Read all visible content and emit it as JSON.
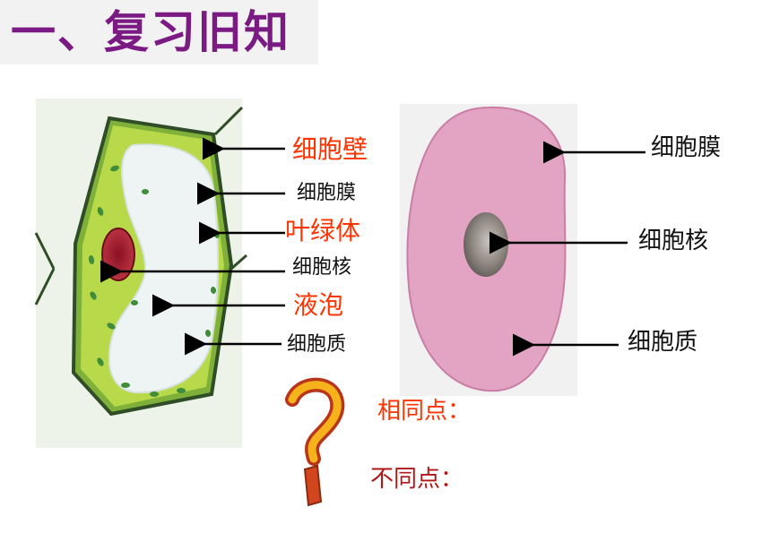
{
  "slide": {
    "title": "一、复习旧知"
  },
  "plant_cell": {
    "labels": {
      "cell_wall": "细胞壁",
      "cell_membrane": "细胞膜",
      "chloroplast": "叶绿体",
      "nucleus": "细胞核",
      "vacuole": "液泡",
      "cytoplasm": "细胞质"
    }
  },
  "animal_cell": {
    "labels": {
      "cell_membrane": "细胞膜",
      "nucleus": "细胞核",
      "cytoplasm": "细胞质"
    }
  },
  "questions": {
    "same": "相同点：",
    "different": "不同点："
  },
  "colors": {
    "title": "#7a1a82",
    "highlight_label": "#ff3300",
    "plant_cytoplasm": "#b7d94a",
    "animal_cytoplasm": "#e3a3c3"
  }
}
